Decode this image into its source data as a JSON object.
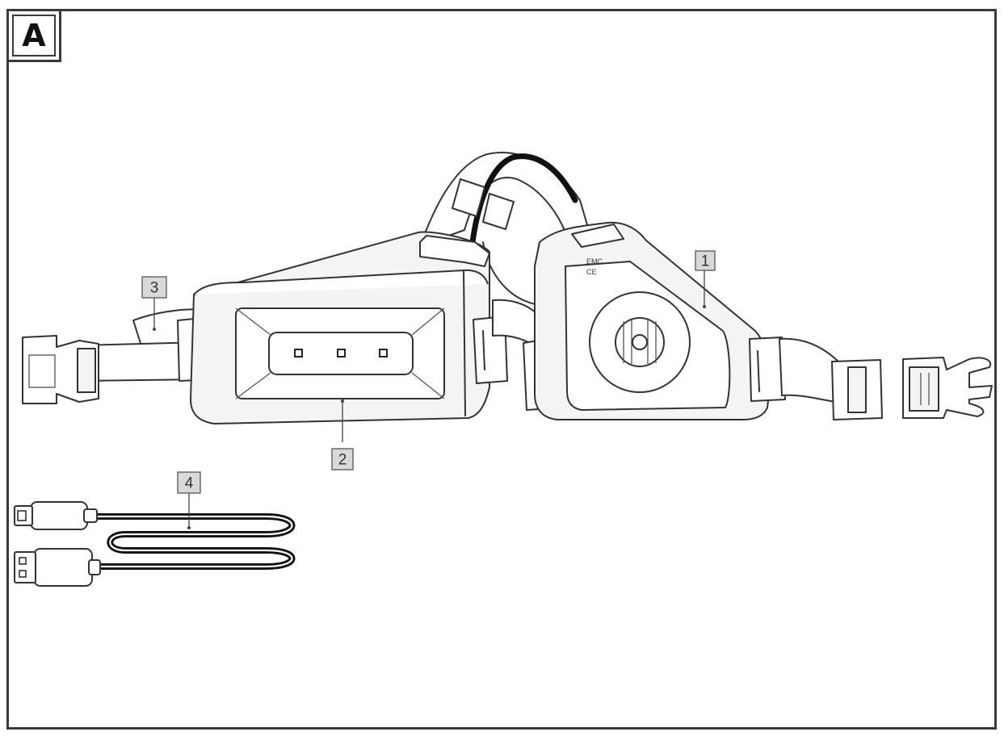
{
  "figure": {
    "tag": "A",
    "callouts": [
      "1",
      "2",
      "3",
      "4"
    ]
  },
  "parts": {
    "rear_light_labels": [
      "EMC",
      "CE"
    ]
  },
  "icons": [
    "headlamp-housing",
    "rear-light-housing",
    "head-strap",
    "side-buckle",
    "usb-cable"
  ]
}
